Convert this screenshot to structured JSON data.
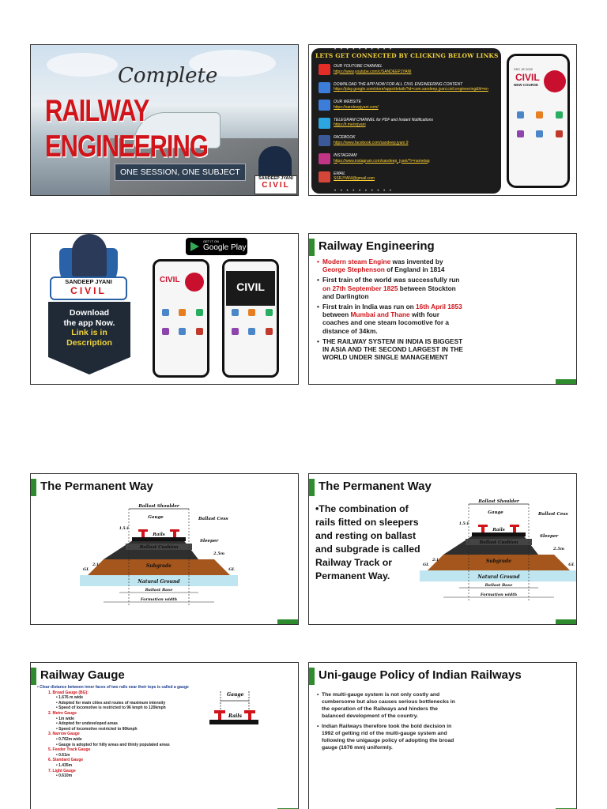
{
  "slide1": {
    "complete": "Complete",
    "title": "RAILWAY ENGINEERING",
    "tagline": "ONE SESSION, ONE SUBJECT",
    "badge_name": "SANDEEP JYANI",
    "badge_civil": "CIVIL"
  },
  "slide2": {
    "header": "LETS GET CONNECTED BY CLICKING BELOW LINKS",
    "dots": "• • • • • • • • • •",
    "links": [
      {
        "label": "OUR YOUTUBE CHANNEL",
        "url": "https://www.youtube.com/c/SANDEEPJYANI",
        "icon": "youtube-icon",
        "color": "#e52d27"
      },
      {
        "label": "DOWNLOAD THE APP NOW FOR ALL CIVIL ENGINEERING CONTENT",
        "url": "https://play.google.com/store/apps/details?id=com.sandeep.jyani.civil.engineering&hl=en",
        "icon": "app-icon",
        "color": "#3b7dd8"
      },
      {
        "label": "OUR WEBSITE",
        "url": "https://sandeepjyani.com/",
        "icon": "website-icon",
        "color": "#3b7dd8"
      },
      {
        "label": "TELEGRAM CHANNEL for PDF and Instant Notifications",
        "url": "https://t.me/srjyani",
        "icon": "telegram-icon",
        "color": "#2ca5e0"
      },
      {
        "label": "FACEBOOK",
        "url": "https://www.facebook.com/sandeep.jyani.9",
        "icon": "facebook-icon",
        "color": "#3b5998"
      },
      {
        "label": "INSTAGRAM",
        "url": "https://www.instagram.com/sandeep_jyani/?r=nametag",
        "icon": "instagram-icon",
        "color": "#c13584"
      },
      {
        "label": "EMAIL",
        "url": "SSRJYANI@gmail.com",
        "icon": "email-icon",
        "color": "#d44638"
      }
    ],
    "phone": {
      "brand": "CIVIL",
      "exam": "SSC JE 2022",
      "course": "NEW COURSE"
    }
  },
  "slide3": {
    "name": "SANDEEP JYANI",
    "civil": "CIVIL",
    "download_line1": "Download",
    "download_line2": "the app Now.",
    "download_line3": "Link is in",
    "download_line4": "Description",
    "store_small": "GET IT ON",
    "store_big": "Google Play",
    "phone2_brand": "CIVIL"
  },
  "slide4": {
    "title": "Railway Engineering",
    "b1_red": "Modern steam Engine",
    "b1_rest": " was invented by ",
    "b1_red2": "George Stephenson",
    "b1_end": " of England in 1814",
    "b2_a": "First train of the world was successfully run ",
    "b2_red": "on 27th September 1825",
    "b2_b": " between Stockton and Darlington",
    "b3_a": "First train in India was run on ",
    "b3_red": "16th April 1853",
    "b3_b": " between ",
    "b3_red2": "Mumbai and Thane",
    "b3_c": " with four coaches and one steam locomotive for a distance of 34km.",
    "b4": "THE RAILWAY SYSTEM IN INDIA IS BIGGEST IN ASIA AND THE SECOND LARGEST IN THE WORLD UNDER SINGLE MANAGEMENT"
  },
  "slide5": {
    "title": "The Permanent Way"
  },
  "diagram": {
    "ballast_shoulder": "Ballast Shoulder",
    "gauge": "Gauge",
    "ballast_cess": "Ballast Cess",
    "rails": "Rails",
    "sleeper": "Sleeper",
    "ballast_cushion": "Ballast Cushion",
    "subgrade": "Subgrade",
    "natural_ground": "Natural Ground",
    "ballast_base": "Ballast Base",
    "formation_width": "Formation width",
    "gl": "GL",
    "dim": "2.5m",
    "slope1": "1.5:1",
    "slope2": "2:1"
  },
  "slide6": {
    "title": "The Permanent Way",
    "text": "•The combination of rails fitted on sleepers and resting on ballast and subgrade is called Railway Track or Permanent Way."
  },
  "slide7": {
    "title": "Railway Gauge",
    "intro": "• Clear distance between inner faces of two rails near their tops is called a gauge",
    "items": [
      {
        "h": "1.    Broad Gauge (BG):",
        "subs": [
          "• 1.676 m wide",
          "• Adopted for main cities and routes of maximum intensity",
          "• Speed of locomotive is restricted to 96 kmph to 120kmph"
        ]
      },
      {
        "h": "2.    Metre Gauge",
        "subs": [
          "• 1m wide",
          "• Adopted for undeveloped areas",
          "• Speed of locomotive restricted to 80kmph"
        ]
      },
      {
        "h": "3.    Narrow Gauge",
        "subs": [
          "• 0.762m wide",
          "• Gauge is adopted for hilly areas and thinly populated areas"
        ]
      },
      {
        "h": "5.    Feeder Track Gauge",
        "subs": [
          "• 0.61m"
        ]
      },
      {
        "h": "6.    Standard Gauge",
        "subs": [
          "• 1.435m"
        ]
      },
      {
        "h": "7. Light Gauge",
        "subs": [
          "• 0.610m"
        ]
      }
    ],
    "fig_gauge": "Gauge",
    "fig_rails": "Rails"
  },
  "slide8": {
    "title": "Uni-gauge Policy of Indian Railways",
    "p1": "The multi-gauge system is not only costly and cumbersome but also causes serious bottlenecks in the operation of the Railways and hinders the balanced development of the country.",
    "p2": "Indian Railways therefore took the bold decision in 1992 of getting rid of the multi-gauge system and following the unigauge policy of adopting the broad gauge (1676 mm) uniformly."
  }
}
